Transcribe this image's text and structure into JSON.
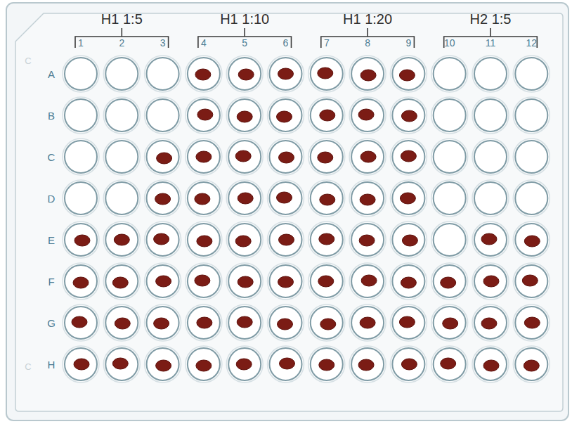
{
  "diagram": {
    "labels": [
      "H1 1:5",
      "H1 1:10",
      "H1 1:20",
      "H2 1:5",
      "1",
      "2",
      "3",
      "4",
      "5",
      "6",
      "7",
      "8",
      "9",
      "10",
      "11",
      "12",
      "A",
      "B",
      "C",
      "D",
      "E",
      "F",
      "G",
      "H",
      "C",
      "C"
    ]
  }
}
